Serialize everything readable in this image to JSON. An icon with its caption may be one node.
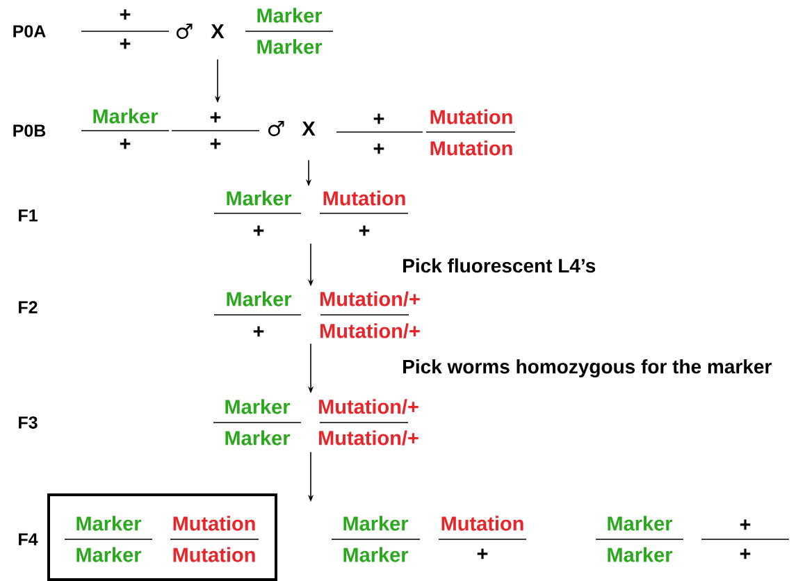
{
  "diagram": {
    "nodes": [
      {
        "text": [
          "+",
          "+",
          "♂",
          "X",
          "Marker",
          "Marker"
        ]
      },
      {
        "text": [
          "Marker",
          "+",
          "+",
          "+",
          "♂",
          "X",
          "+",
          "+",
          "Mutation",
          "Mutation"
        ]
      },
      {
        "text": [
          "Marker",
          "+",
          "Mutation",
          "+"
        ]
      },
      {
        "text": [
          "Marker",
          "+",
          "Mutation/+",
          "Mutation/+"
        ]
      },
      {
        "text": [
          "Marker",
          "Marker",
          "Mutation/+",
          "Mutation/+"
        ]
      },
      {
        "text": [
          "Marker",
          "Marker",
          "Mutation",
          "Mutation"
        ]
      },
      {
        "text": [
          "Marker",
          "Marker",
          "Mutation",
          "+",
          "Marker",
          "Marker",
          "+",
          "+"
        ]
      }
    ],
    "edges": [
      {
        "from": 0,
        "to": 1,
        "arrow": "to"
      },
      {
        "from": 1,
        "to": 2,
        "arrow": "to"
      },
      {
        "from": 2,
        "to": 3,
        "arrow": "to"
      },
      {
        "from": 3,
        "to": 4,
        "arrow": "to"
      },
      {
        "from": 4,
        "to": null,
        "arrow": "to"
      }
    ],
    "labels": [
      "P0A",
      "P0B",
      "F1",
      "Pick fluorescent L4’s",
      "F2",
      "Pick worms homozygous for the marker",
      "F3",
      "F4"
    ]
  }
}
